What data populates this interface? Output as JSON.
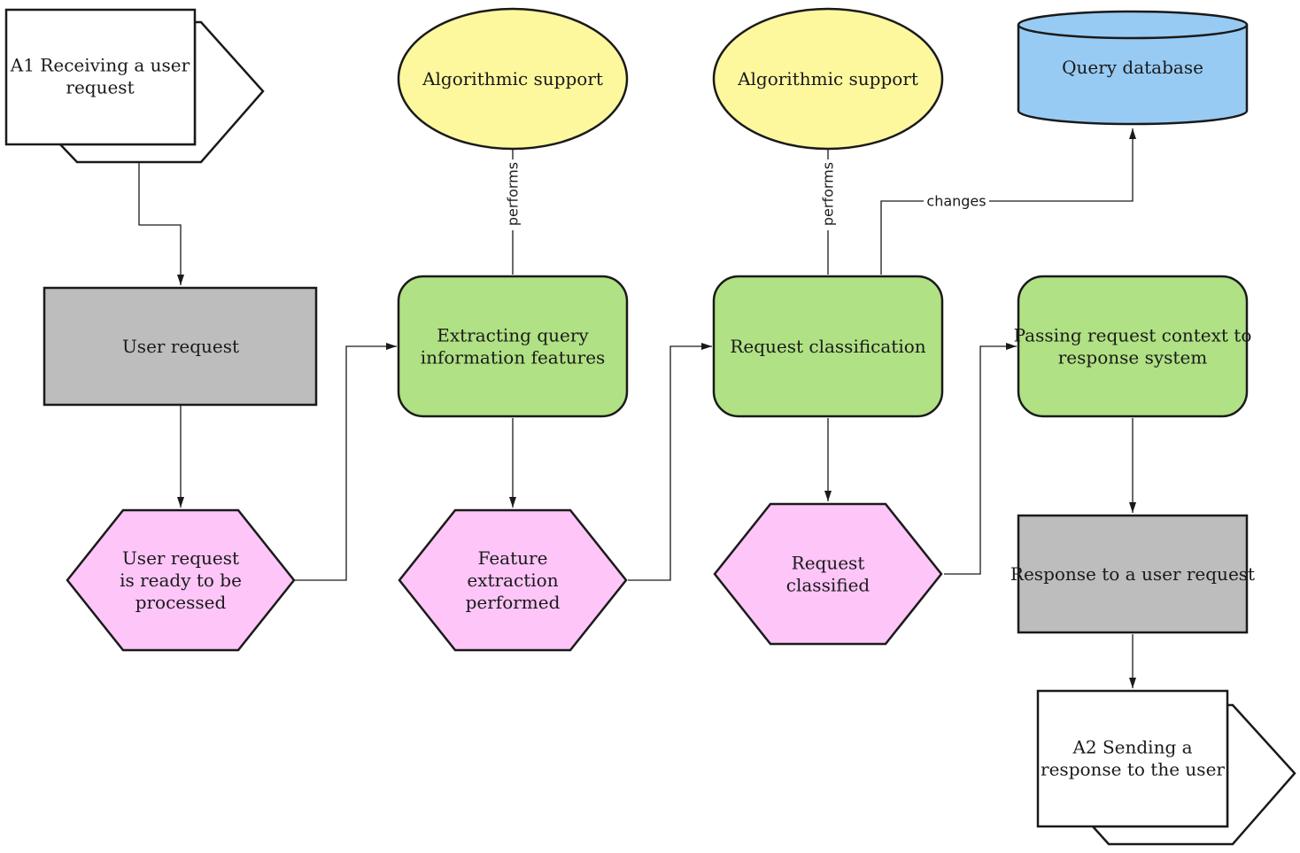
{
  "colors": {
    "process_fill": "#b0e184",
    "event_fill": "#fdc5f8",
    "data_fill": "#bdbdbd",
    "support_fill": "#fdf89e",
    "database_fill": "#97cbf4",
    "interface_fill": "#ffffff",
    "line": "#1a1a1a"
  },
  "nodes": {
    "a1": {
      "lines": [
        "A1 Receiving a user",
        "request"
      ]
    },
    "user_request": {
      "lines": [
        "User request"
      ]
    },
    "ready": {
      "lines": [
        "User request",
        "is ready to be",
        "processed"
      ]
    },
    "support1": {
      "lines": [
        "Algorithmic support"
      ]
    },
    "extracting": {
      "lines": [
        "Extracting query",
        "information features"
      ]
    },
    "feature_done": {
      "lines": [
        "Feature",
        "extraction",
        "performed"
      ]
    },
    "support2": {
      "lines": [
        "Algorithmic support"
      ]
    },
    "classification": {
      "lines": [
        "Request classification"
      ]
    },
    "classified": {
      "lines": [
        "Request",
        "classified"
      ]
    },
    "database": {
      "lines": [
        "Query database"
      ]
    },
    "passing": {
      "lines": [
        "Passing request context to",
        "response system"
      ]
    },
    "response": {
      "lines": [
        "Response to a user request"
      ]
    },
    "a2": {
      "lines": [
        "A2 Sending a",
        "response to the user"
      ]
    }
  },
  "edge_labels": {
    "performs_1": "performs",
    "performs_2": "performs",
    "changes": "changes"
  }
}
